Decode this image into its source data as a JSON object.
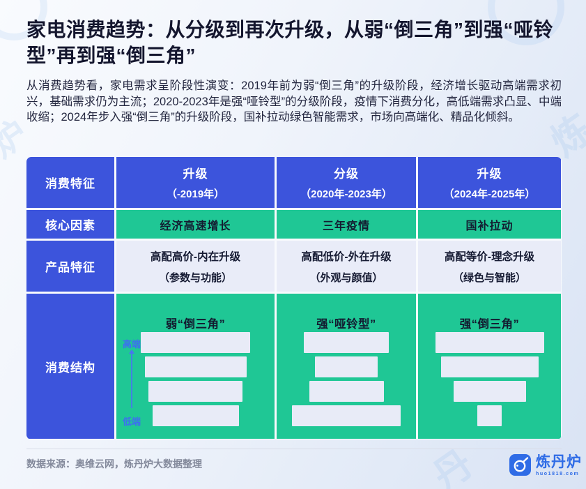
{
  "header": {
    "title": "家电消费趋势：从分级到再次升级，从弱“倒三角”到强“哑铃型”再到强“倒三角”",
    "intro": "从消费趋势看，家电需求呈阶段性演变：2019年前为弱“倒三角”的升级阶段，经济增长驱动高端需求初兴，基础需求仍为主流；2020-2023年是强“哑铃型”的分级阶段，疫情下消费分化，高低端需求凸显、中端收缩；2024年步入强“倒三角”的升级阶段，国补拉动绿色智能需求，市场向高端化、精品化倾斜。"
  },
  "colors": {
    "table_blue": "#3c54dc",
    "table_green": "#1fc795",
    "light_cell": "#e9ecf8",
    "bar_fill": "#e8ebf7",
    "axis_blue": "#3e6ef0",
    "brand_blue": "#2f6ce6"
  },
  "table": {
    "row_labels": [
      "消费特征",
      "核心因素",
      "产品特征",
      "消费结构"
    ],
    "header_cells": [
      {
        "phase": "升级",
        "period": "（-2019年）"
      },
      {
        "phase": "分级",
        "period": "（2020年-2023年）"
      },
      {
        "phase": "升级",
        "period": "（2024年-2025年）"
      }
    ],
    "core_factors": [
      "经济高速增长",
      "三年疫情",
      "国补拉动"
    ],
    "product_features": [
      {
        "line1": "高配高价-内在升级",
        "line2": "（参数与功能）"
      },
      {
        "line1": "高配低价-外在升级",
        "line2": "（外观与颜值）"
      },
      {
        "line1": "高配等价-理念升级",
        "line2": "（绿色与智能）"
      }
    ],
    "structure": {
      "axis_top": "高端",
      "axis_bottom": "低端",
      "funnels": [
        {
          "title": "弱“倒三角”",
          "bar_widths": [
            157,
            146,
            135,
            124
          ]
        },
        {
          "title": "强“哑铃型”",
          "bar_widths": [
            122,
            90,
            107,
            156
          ]
        },
        {
          "title": "强“倒三角”",
          "bar_widths": [
            156,
            140,
            104,
            35
          ]
        }
      ]
    }
  },
  "footer": {
    "source": "数据来源：奥维云网，炼丹炉大数据整理",
    "brand_name": "炼丹炉",
    "brand_url": "huo1818.com"
  }
}
